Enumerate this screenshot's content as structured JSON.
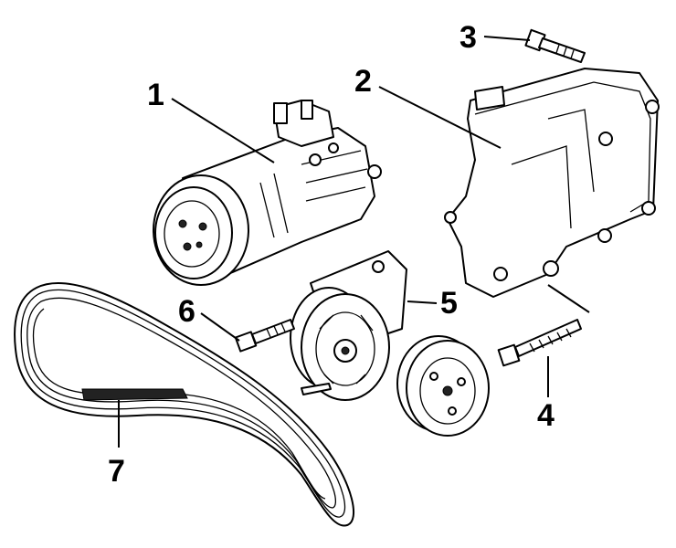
{
  "callouts": [
    {
      "number": "1",
      "part": "a/c-compressor"
    },
    {
      "number": "2",
      "part": "compressor-bracket"
    },
    {
      "number": "3",
      "part": "bracket-bolt"
    },
    {
      "number": "4",
      "part": "lower-bolt"
    },
    {
      "number": "5",
      "part": "belt-tensioner"
    },
    {
      "number": "6",
      "part": "tensioner-bolt"
    },
    {
      "number": "7",
      "part": "poly-v-belt"
    }
  ],
  "colors": {
    "line": "#000000",
    "background": "#ffffff"
  }
}
